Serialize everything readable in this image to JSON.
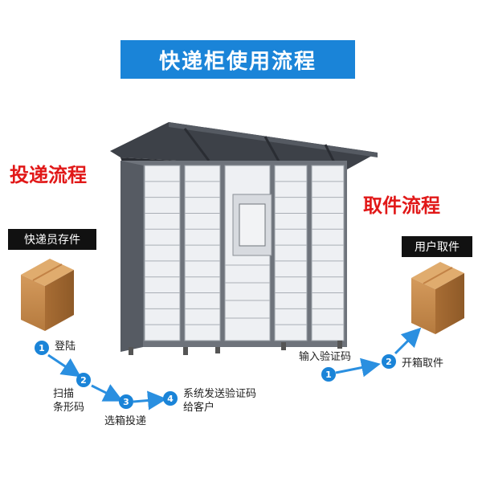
{
  "title": "快递柜使用流程",
  "deliver": {
    "title": "投递流程",
    "label": "快递员存件",
    "steps": [
      {
        "num": "1",
        "text": "登陆"
      },
      {
        "num": "2",
        "text_line1": "扫描",
        "text_line2": "条形码"
      },
      {
        "num": "3",
        "text": "选箱投递"
      },
      {
        "num": "4",
        "text_line1": "系统发送验证码",
        "text_line2": "给客户"
      }
    ]
  },
  "pickup": {
    "title": "取件流程",
    "label": "用户取件",
    "steps": [
      {
        "num": "1",
        "text": "输入验证码"
      },
      {
        "num": "2",
        "text": "开箱取件"
      }
    ]
  },
  "colors": {
    "banner": "#1a84d8",
    "section_title": "#e11818",
    "step_circle": "#1a84d8",
    "arrow": "#2a8fe0",
    "box": "#c58a4c"
  }
}
